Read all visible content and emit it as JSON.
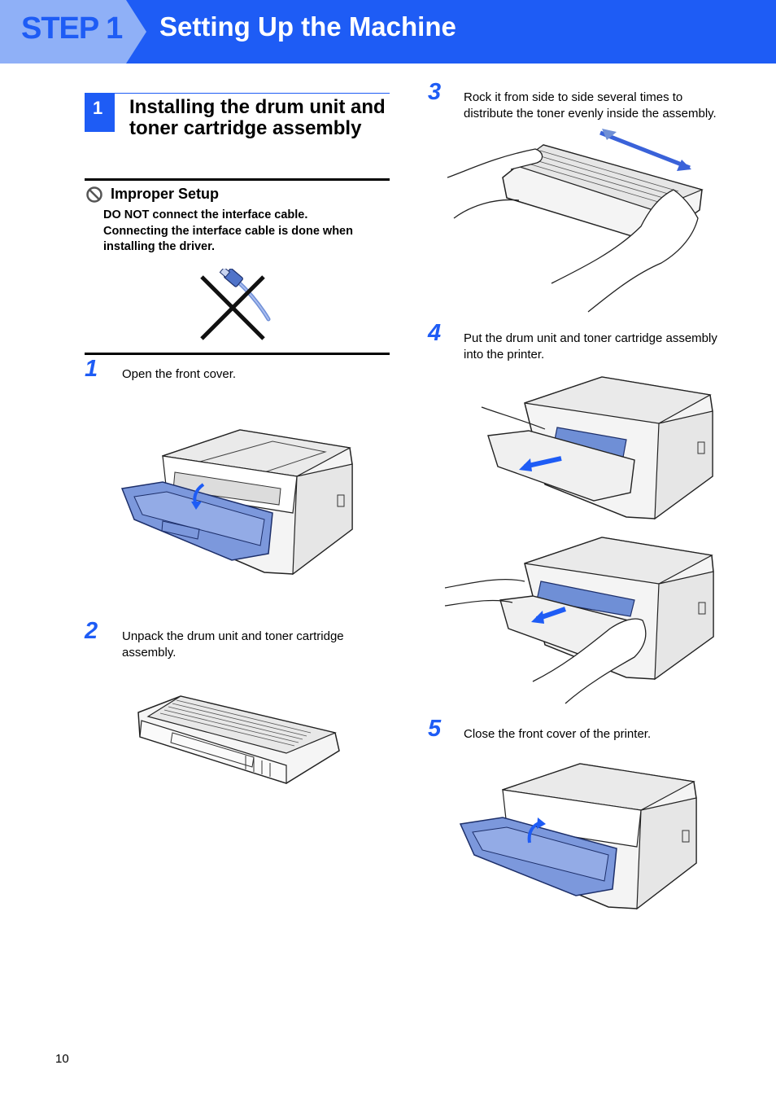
{
  "header": {
    "step_label": "STEP 1",
    "title": "Setting Up the Machine",
    "color": "#1e5cf5",
    "tab_color": "#8fb0f7"
  },
  "section": {
    "number": "1",
    "title_line1": "Installing the drum unit and",
    "title_line2": "toner cartridge assembly"
  },
  "improper": {
    "icon": "prohibited-icon",
    "title": "Improper Setup",
    "line1": "DO NOT connect the interface cable.",
    "line2": "Connecting the interface cable is done when",
    "line3": "installing the driver."
  },
  "steps": [
    {
      "num": "1",
      "line1": "Open the front cover.",
      "line2": ""
    },
    {
      "num": "2",
      "line1": "Unpack the drum unit and toner cartridge",
      "line2": "assembly."
    },
    {
      "num": "3",
      "line1": "Rock it from side to side several times to",
      "line2": "distribute the toner evenly inside the assembly."
    },
    {
      "num": "4",
      "line1": "Put the drum unit and toner cartridge assembly",
      "line2": "into the printer."
    },
    {
      "num": "5",
      "line1": "Close the front cover of the printer.",
      "line2": ""
    }
  ],
  "page_number": "10"
}
